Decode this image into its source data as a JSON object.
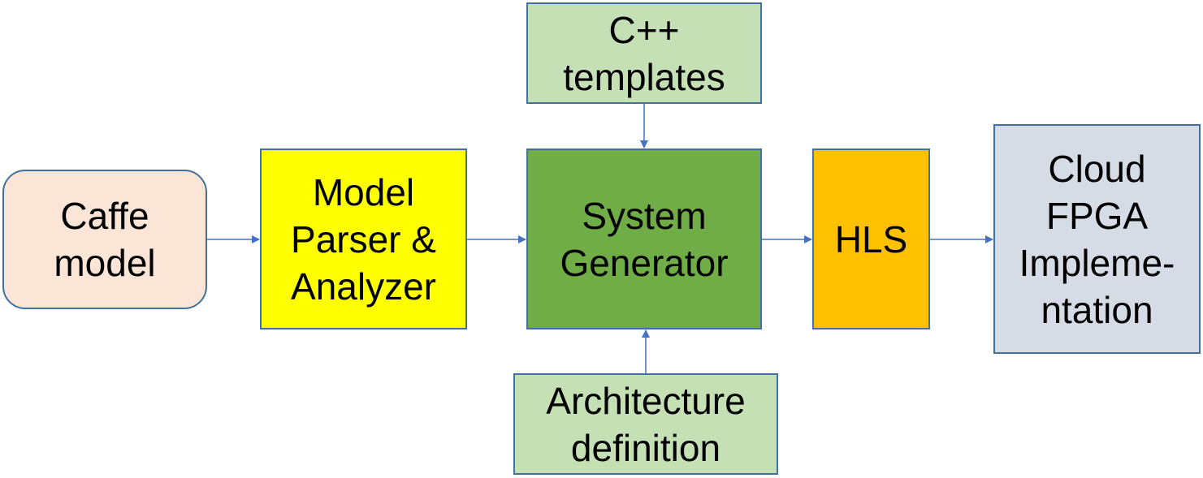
{
  "nodes": {
    "caffe_model": {
      "label": "Caffe\nmodel",
      "color": "#fbe5d6"
    },
    "model_parser": {
      "label": "Model\nParser &\nAnalyzer",
      "color": "#ffff00"
    },
    "cpp_templates": {
      "label": "C++\ntemplates",
      "color": "#c5e0b4"
    },
    "system_generator": {
      "label": "System\nGenerator",
      "color": "#70ad47"
    },
    "architecture_definition": {
      "label": "Architecture\ndefinition",
      "color": "#c5e0b4"
    },
    "hls": {
      "label": "HLS",
      "color": "#ffc000"
    },
    "cloud_fpga": {
      "label": "Cloud\nFPGA\nImpleme-\nntation",
      "color": "#d6dce5"
    }
  },
  "edges": [
    {
      "from": "caffe_model",
      "to": "model_parser"
    },
    {
      "from": "model_parser",
      "to": "system_generator"
    },
    {
      "from": "cpp_templates",
      "to": "system_generator"
    },
    {
      "from": "architecture_definition",
      "to": "system_generator"
    },
    {
      "from": "system_generator",
      "to": "hls"
    },
    {
      "from": "hls",
      "to": "cloud_fpga"
    }
  ],
  "colors": {
    "border": "#41719c",
    "arrow": "#4472c4"
  }
}
